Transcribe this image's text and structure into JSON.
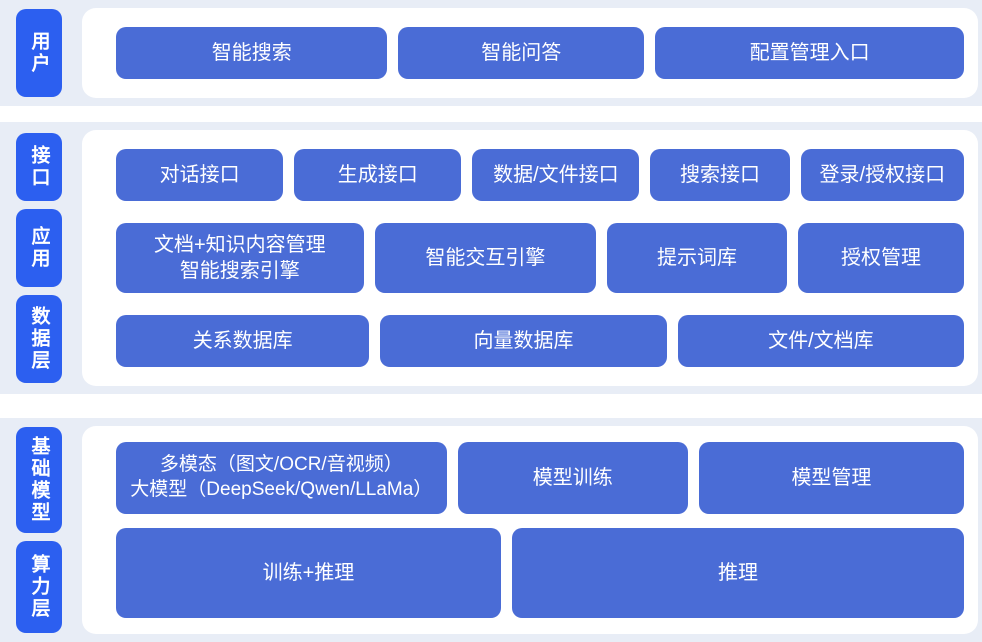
{
  "colors": {
    "page_bg": "#ffffff",
    "band_bg": "#e8edf6",
    "panel_bg": "#ffffff",
    "layer_pill_bg": "#2c5ff0",
    "box_bg": "#4a6cd6",
    "text": "#ffffff"
  },
  "bands": [
    {
      "labels": [
        "用户"
      ],
      "rows": [
        {
          "boxes": [
            {
              "lines": [
                "智能搜索"
              ]
            },
            {
              "lines": [
                "智能问答"
              ]
            },
            {
              "lines": [
                "配置管理入口"
              ]
            }
          ]
        }
      ]
    },
    {
      "labels": [
        "接口",
        "应用",
        "数据层"
      ],
      "rows": [
        {
          "boxes": [
            {
              "lines": [
                "对话接口"
              ]
            },
            {
              "lines": [
                "生成接口"
              ]
            },
            {
              "lines": [
                "数据/文件接口"
              ]
            },
            {
              "lines": [
                "搜索接口"
              ]
            },
            {
              "lines": [
                "登录/授权接口"
              ]
            }
          ]
        },
        {
          "boxes": [
            {
              "lines": [
                "文档+知识内容管理",
                "智能搜索引擎"
              ]
            },
            {
              "lines": [
                "智能交互引擎"
              ]
            },
            {
              "lines": [
                "提示词库"
              ]
            },
            {
              "lines": [
                "授权管理"
              ]
            }
          ]
        },
        {
          "boxes": [
            {
              "lines": [
                "关系数据库"
              ]
            },
            {
              "lines": [
                "向量数据库"
              ]
            },
            {
              "lines": [
                "文件/文档库"
              ]
            }
          ]
        }
      ]
    },
    {
      "labels": [
        "基础模型",
        "算力层"
      ],
      "rows": [
        {
          "boxes": [
            {
              "lines": [
                "多模态（图文/OCR/音视频）",
                "大模型（DeepSeek/Qwen/LLaMa）"
              ]
            },
            {
              "lines": [
                "模型训练"
              ]
            },
            {
              "lines": [
                "模型管理"
              ]
            }
          ]
        },
        {
          "boxes": [
            {
              "lines": [
                "训练+推理"
              ]
            },
            {
              "lines": [
                "推理"
              ]
            }
          ]
        }
      ]
    }
  ]
}
